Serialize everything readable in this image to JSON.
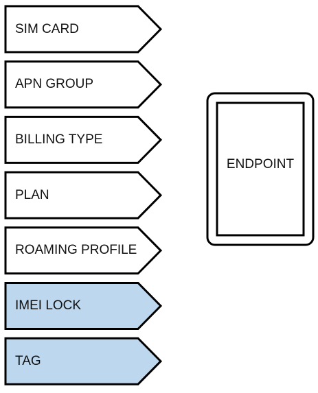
{
  "items": [
    {
      "label": "SIM CARD",
      "highlighted": false
    },
    {
      "label": "APN GROUP",
      "highlighted": false
    },
    {
      "label": "BILLING TYPE",
      "highlighted": false
    },
    {
      "label": "PLAN",
      "highlighted": false
    },
    {
      "label": "ROAMING PROFILE",
      "highlighted": false
    },
    {
      "label": "IMEI LOCK",
      "highlighted": true
    },
    {
      "label": "TAG",
      "highlighted": true
    }
  ],
  "endpoint": {
    "label": "ENDPOINT"
  },
  "colors": {
    "outline": "#000000",
    "plain_fill": "#ffffff",
    "highlight_fill": "#bdd7ee"
  }
}
